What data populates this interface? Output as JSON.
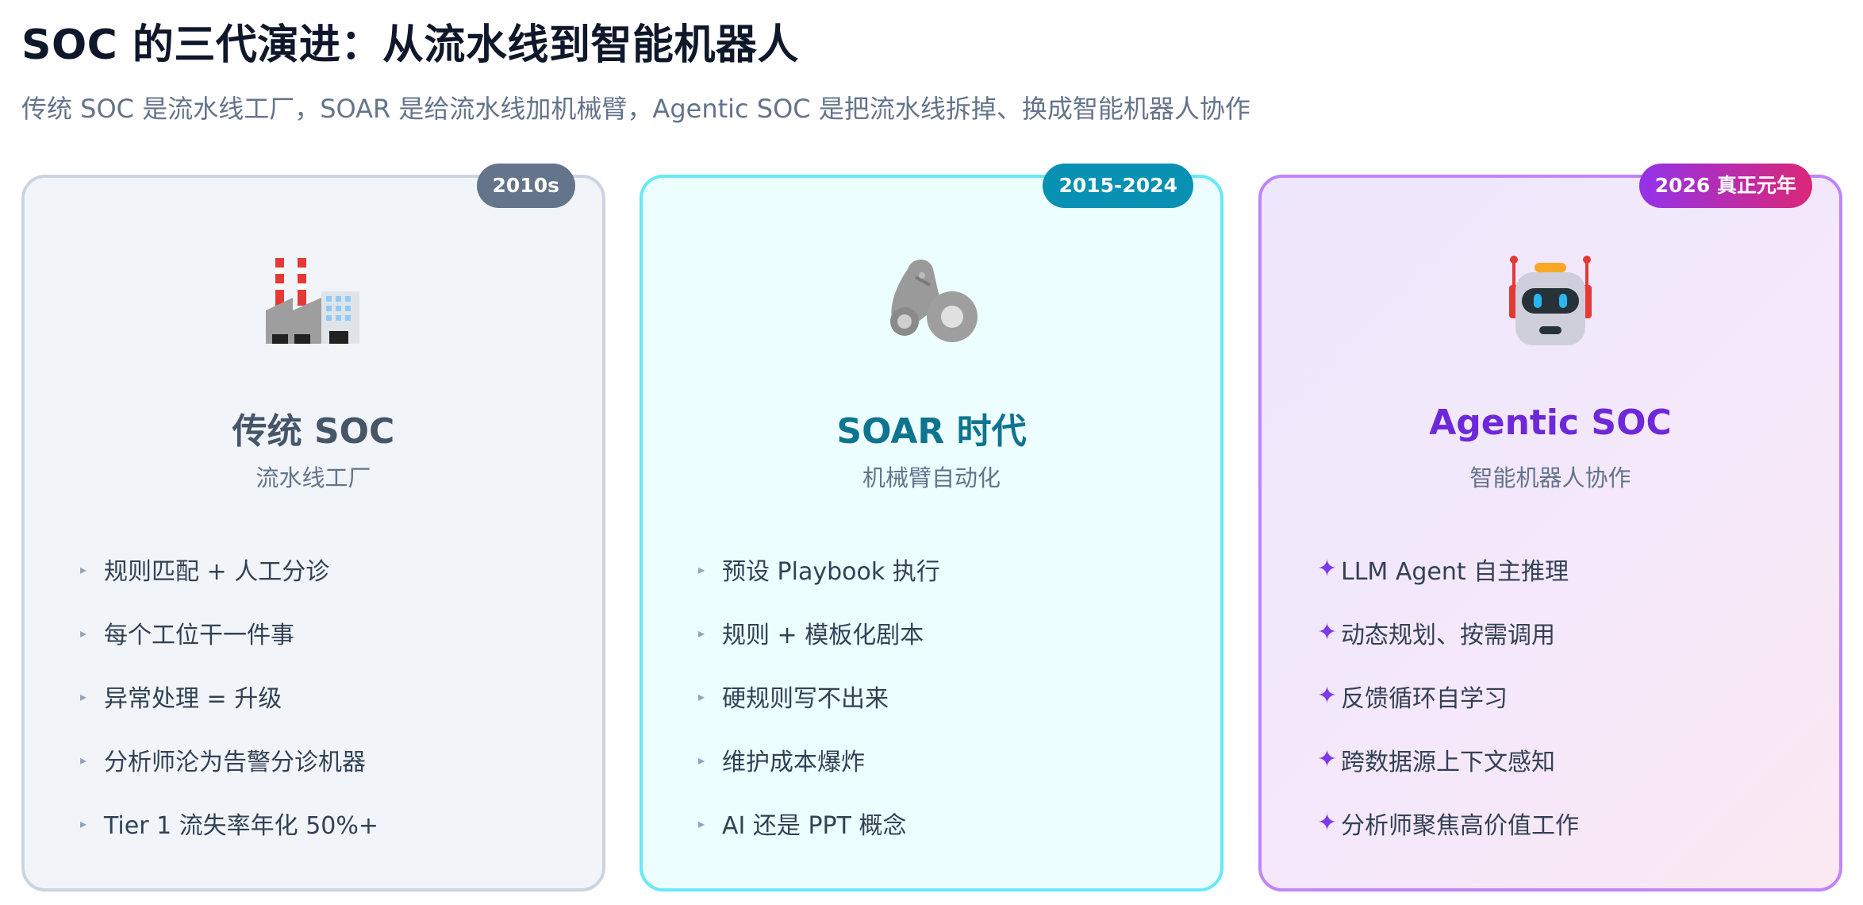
{
  "header": {
    "title": "SOC 的三代演进：从流水线到智能机器人",
    "subtitle": "传统 SOC 是流水线工厂，SOAR 是给流水线加机械臂，Agentic SOC 是把流水线拆掉、换成智能机器人协作"
  },
  "cards": [
    {
      "badge": "2010s",
      "icon": "factory-icon",
      "title": "传统 SOC",
      "subtitle": "流水线工厂",
      "bullet": "▸",
      "features": [
        "规则匹配 + 人工分诊",
        "每个工位干一件事",
        "异常处理 = 升级",
        "分析师沦为告警分诊机器",
        "Tier 1 流失率年化 50%+"
      ]
    },
    {
      "badge": "2015-2024",
      "icon": "mechanical-arm-icon",
      "title": "SOAR 时代",
      "subtitle": "机械臂自动化",
      "bullet": "▸",
      "features": [
        "预设 Playbook 执行",
        "规则 + 模板化剧本",
        "硬规则写不出来",
        "维护成本爆炸",
        "AI 还是 PPT 概念"
      ]
    },
    {
      "badge": "2026 真正元年",
      "icon": "robot-icon",
      "title": "Agentic SOC",
      "subtitle": "智能机器人协作",
      "bullet": "✦",
      "features": [
        "LLM Agent 自主推理",
        "动态规划、按需调用",
        "反馈循环自学习",
        "跨数据源上下文感知",
        "分析师聚焦高价值工作"
      ]
    }
  ],
  "colors": {
    "soc_accent": "#64748b",
    "soar_accent": "#0891b2",
    "agent_accent": "#7c3aed",
    "agent_badge_end": "#db2777"
  }
}
